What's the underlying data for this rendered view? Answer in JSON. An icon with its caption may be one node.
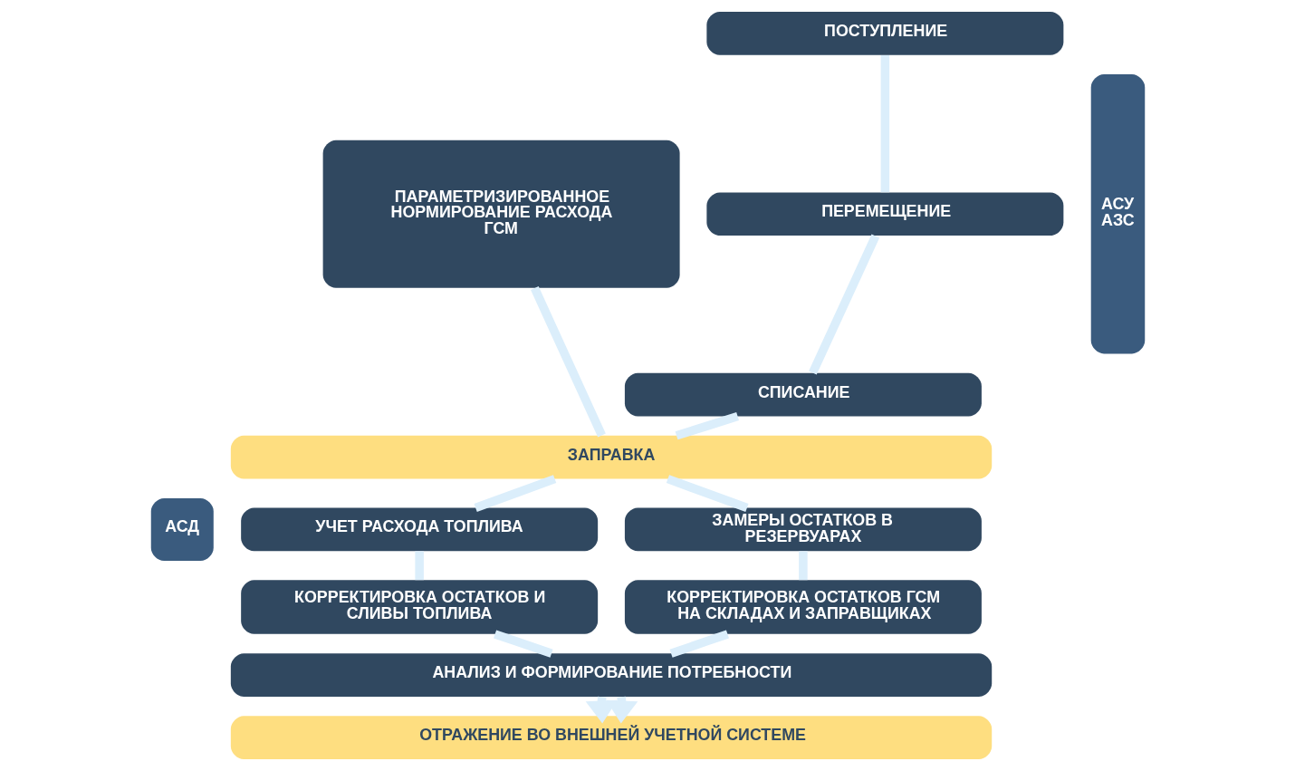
{
  "diagram": {
    "nodes": [
      {
        "text": [
          "ПАРАМЕТРИЗИРОВАННОЕ НОРМИРОВАНИЕ РАСХОДА ГСМ"
        ]
      },
      {
        "text": [
          "ПОСТУПЛЕНИЕ"
        ]
      },
      {
        "text": [
          "ПЕРЕМЕЩЕНИЕ"
        ]
      },
      {
        "text": [
          "АСУ АЗС"
        ]
      },
      {
        "text": [
          "СПИСАНИЕ"
        ]
      },
      {
        "text": [
          "ЗАПРАВКА"
        ]
      },
      {
        "text": [
          "АСД"
        ]
      },
      {
        "text": [
          "УЧЕТ РАСХОДА ТОПЛИВА"
        ]
      },
      {
        "text": [
          "ЗАМЕРЫ ОСТАТКОВ В РЕЗЕРВУАРАХ"
        ]
      },
      {
        "text": [
          "КОРРЕКТИРОВКА ОСТАТКОВ И СЛИВЫ ТОПЛИВА"
        ]
      },
      {
        "text": [
          "КОРРЕКТИРОВКА ОСТАТКОВ ГСМ НА СКЛАДАХ И ЗАПРАВЩИКАХ"
        ]
      },
      {
        "text": [
          "АНАЛИЗ И ФОРМИРОВАНИЕ ПОТРЕБНОСТИ"
        ]
      },
      {
        "text": [
          "ОТРАЖЕНИЕ ВО ВНЕШНЕЙ УЧЕТНОЙ СИСТЕМЕ"
        ]
      }
    ],
    "edges": [
      {
        "from": 1,
        "to": 2,
        "arrow": "none"
      },
      {
        "from": 2,
        "to": 4,
        "arrow": "none"
      },
      {
        "from": 0,
        "to": 5,
        "arrow": "none"
      },
      {
        "from": 4,
        "to": 5,
        "arrow": "none"
      },
      {
        "from": 5,
        "to": 7,
        "arrow": "none"
      },
      {
        "from": 5,
        "to": 8,
        "arrow": "none"
      },
      {
        "from": 7,
        "to": 9,
        "arrow": "none"
      },
      {
        "from": 8,
        "to": 10,
        "arrow": "none"
      },
      {
        "from": 9,
        "to": 11,
        "arrow": "none"
      },
      {
        "from": 10,
        "to": 11,
        "arrow": "none"
      },
      {
        "from": 11,
        "to": 12,
        "arrow": "to"
      },
      {
        "from": 11,
        "to": 12,
        "arrow": "to"
      }
    ]
  }
}
